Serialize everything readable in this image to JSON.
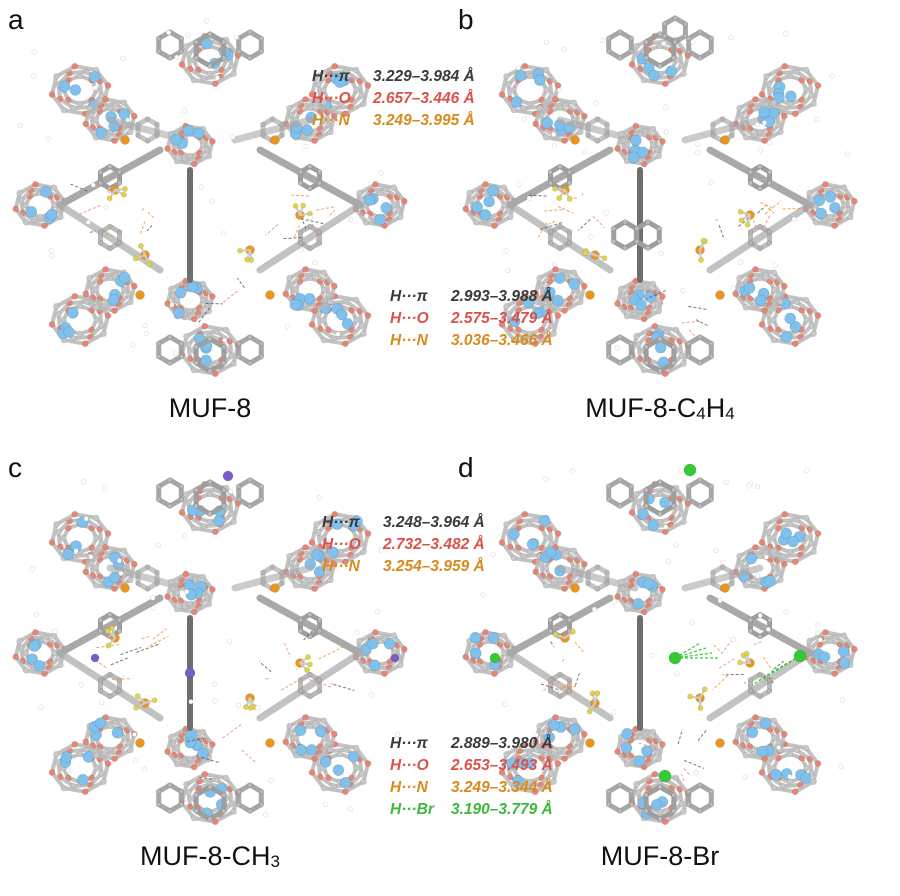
{
  "panels": [
    {
      "id": "a",
      "letter": "a",
      "name": "MUF-8",
      "name_sub": "",
      "name_tail": "",
      "substituent": "none",
      "interactions": [
        {
          "label": "H···π",
          "range": "3.229–3.984 Å",
          "color": "#3a3a3a"
        },
        {
          "label": "H···O",
          "range": "2.657–3.446 Å",
          "color": "#d9534b"
        },
        {
          "label": "H···N",
          "range": "3.249–3.995 Å",
          "color": "#d98a1c"
        }
      ]
    },
    {
      "id": "b",
      "letter": "b",
      "name": "MUF-8-C",
      "name_sub": "4",
      "name_tail": "H",
      "name_sub2": "4",
      "substituent": "naphthyl",
      "interactions_top": [],
      "interactions": [
        {
          "label": "H···π",
          "range": "2.993–3.988 Å",
          "color": "#3a3a3a"
        },
        {
          "label": "H···O",
          "range": "2.575–3.479 Å",
          "color": "#d9534b"
        },
        {
          "label": "H···N",
          "range": "3.036–3.466 Å",
          "color": "#d98a1c"
        }
      ]
    },
    {
      "id": "c",
      "letter": "c",
      "name": "MUF-8-CH",
      "name_sub": "3",
      "name_tail": "",
      "substituent": "methyl",
      "interactions": [
        {
          "label": "H···π",
          "range": "3.248–3.964 Å",
          "color": "#3a3a3a"
        },
        {
          "label": "H···O",
          "range": "2.732–3.482 Å",
          "color": "#d9534b"
        },
        {
          "label": "H···N",
          "range": "3.254–3.959 Å",
          "color": "#d98a1c"
        }
      ]
    },
    {
      "id": "d",
      "letter": "d",
      "name": "MUF-8-Br",
      "name_sub": "",
      "name_tail": "",
      "substituent": "bromo",
      "interactions": [
        {
          "label": "H···π",
          "range": "2.889–3.980 Å",
          "color": "#3a3a3a"
        },
        {
          "label": "H···O",
          "range": "2.653–3.493 Å",
          "color": "#d9534b"
        },
        {
          "label": "H···N",
          "range": "3.249–3.344 Å",
          "color": "#d98a1c"
        },
        {
          "label": "H···Br",
          "range": "3.190–3.779 Å",
          "color": "#3cb83c"
        }
      ]
    }
  ],
  "atom_colors": {
    "carbon": "#9e9e9e",
    "oxygen": "#e8836f",
    "metal": "#7fc1ec",
    "nitrogen_guest": "#e8961e",
    "sulfur_guest": "#e2d44a",
    "hydrogen": "#ffffff",
    "bromine": "#35c935",
    "methyl_n": "#7a5cc9"
  }
}
